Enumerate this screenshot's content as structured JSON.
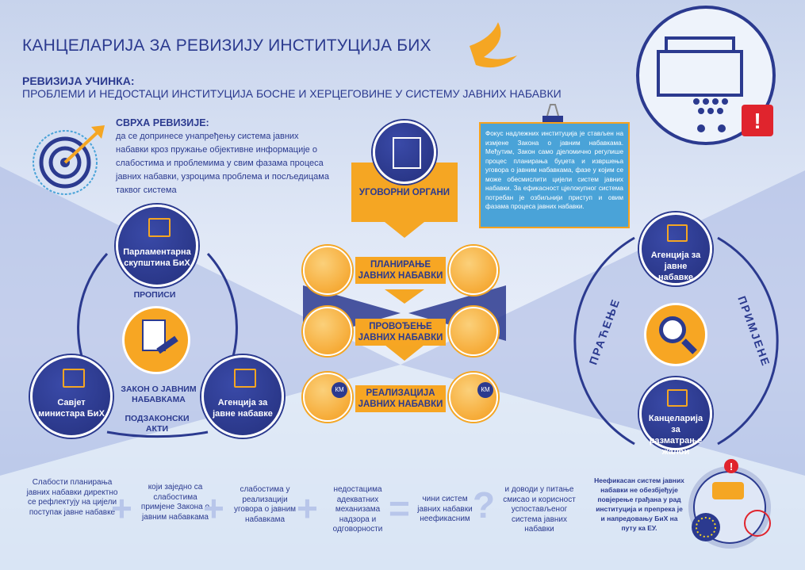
{
  "header": {
    "title": "КАНЦЕЛАРИЈА ЗА РЕВИЗИЈУ ИНСТИТУЦИЈА БИХ",
    "subtitle_bold": "РЕВИЗИЈА УЧИНКА:",
    "subtitle": "ПРОБЛЕМИ И НЕДОСТАЦИ ИНСТИТУЦИЈА БОСНЕ И ХЕРЦЕГОВИНЕ У СИСТЕМУ ЈАВНИХ НАБАВКИ"
  },
  "purpose": {
    "heading": "СВРХА РЕВИЗИЈЕ:",
    "text": "да се допринесе унапређењу система јавних набавки кроз пружање објективне информације о слабостима и проблемима у свим фазама процеса јавних набавки, узроцима проблема и посљедицама таквог система"
  },
  "note": {
    "text": "Фокус надлежних институција је стављен на измјене Закона о јавним набавкама. Међутим, Закон само дјеломично регулише процес планирања буџета и извршења уговора о јавним набавкама, фазе у којим се може обесмислити цијели систем јавних набавки. За ефикасност цјелокупног система потребан је озбиљнији приступ и овим фазама процеса јавних набавки."
  },
  "left_cycle": {
    "top": "Парламентарна скупштина БиХ",
    "left": "Савјет министара БиХ",
    "right": "Агенција за јавне набавке",
    "label_top": "ПРОПИСИ",
    "label_center": "ЗАКОН О ЈАВНИМ НАБАВКАМА",
    "label_bottom": "ПОДЗАКОНСКИ АКТИ"
  },
  "center": {
    "top": "УГОВОРНИ ОРГАНИ",
    "phase1": "ПЛАНИРАЊЕ ЈАВНИХ НАБАВКИ",
    "phase2": "ПРОВОЂЕЊЕ ЈАВНИХ НАБАВКИ",
    "phase3": "РЕАЛИЗАЦИЈА ЈАВНИХ НАБАВКИ",
    "km1": "КМ",
    "km2": "КМ"
  },
  "right_cycle": {
    "top": "Агенција за јавне набавке",
    "bottom": "Канцеларија за разматрање жалби",
    "left_arc": "ПРАЋЕЊЕ",
    "right_arc": "ПРИМЈЕНЕ"
  },
  "bottom": {
    "t1": "Слабости планирања јавних набавки директно се рефлектују на цијели поступак јавне набавке",
    "t2": "који заједно са слабостима примјене Закона о јавним набавкама",
    "t3": "слабостима у реализацији уговора о јавним набавкама",
    "t4": "недостацима адекватних механизама надзора и одговорности",
    "t5": "чини систем јавних набавки неефикасним",
    "t6": "и доводи у питање смисао и корисност успостављеног система јавних набавки",
    "t7": "Неефикасан систем јавних набавки не обезбјеђује повјерење грађана у рад институција и препрека је и напредовању БиХ на путу ка ЕУ.",
    "op_plus": "+",
    "op_eq": "=",
    "op_q": "?"
  },
  "colors": {
    "navy": "#2b3a8f",
    "orange": "#f5a623",
    "blue": "#4aa3d8",
    "red": "#e0242d"
  }
}
